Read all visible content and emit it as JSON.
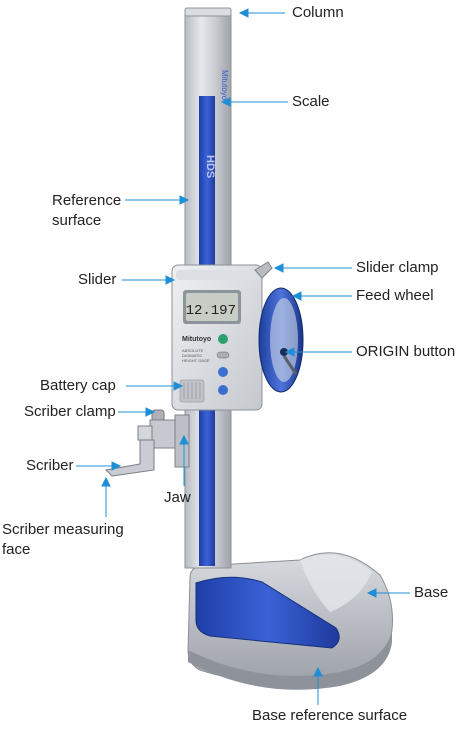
{
  "labels": {
    "column": "Column",
    "scale": "Scale",
    "reference_surface": "Reference\nsurface",
    "slider": "Slider",
    "slider_clamp": "Slider clamp",
    "feed_wheel": "Feed wheel",
    "origin_button": "ORIGIN button",
    "battery_cap": "Battery cap",
    "scriber_clamp": "Scriber clamp",
    "scriber": "Scriber",
    "jaw": "Jaw",
    "scriber_measuring_face": "Scriber measuring\nface",
    "base": "Base",
    "base_reference_surface": "Base reference surface"
  },
  "device": {
    "brand": "Mitutoyo",
    "column_text": "HDS",
    "display_reading": "12.197",
    "face_text": "ABSOLUTE\nDIGIMATIC\nHEIGHT GAGE"
  },
  "colors": {
    "leader": "#1e8fd6",
    "blue_strip": "#2a4fc0",
    "metal": "#c9ccd2",
    "label_text": "#222222"
  }
}
